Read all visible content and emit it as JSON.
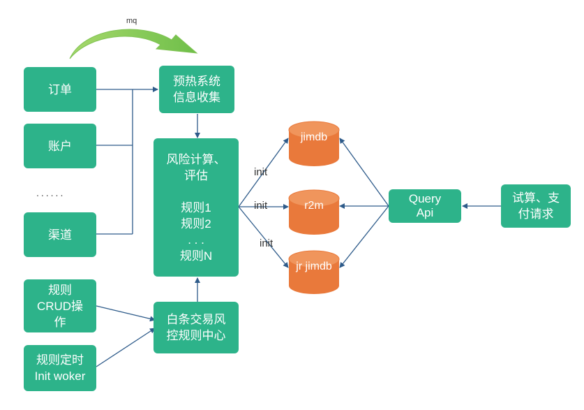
{
  "colors": {
    "box": "#2db38a",
    "arrow": "#2e5b8a",
    "cylinder": "#e9793b",
    "cylinder_top": "#f5a979",
    "mq_arrow": "#8fce5a"
  },
  "mq_label": "mq",
  "sources": {
    "order": "订单",
    "account": "账户",
    "ellipsis": "......",
    "channel": "渠道",
    "rule_crud": "规则\nCRUD操\n作",
    "rule_timer": "规则定时\nInit woker"
  },
  "preheat": "预热系统\n信息收集",
  "risk_calc": "风险计算、\n评估\n\n规则1\n规则2\n. . .\n规则N",
  "rule_center": "白条交易风\n控规则中心",
  "init_labels": [
    "init",
    "init",
    "init"
  ],
  "stores": {
    "jimdb": "jimdb",
    "r2m": "r2m",
    "jr_jimdb": "jr jimdb"
  },
  "query_api": "Query\nApi",
  "trial_request": "试算、支\n付请求"
}
